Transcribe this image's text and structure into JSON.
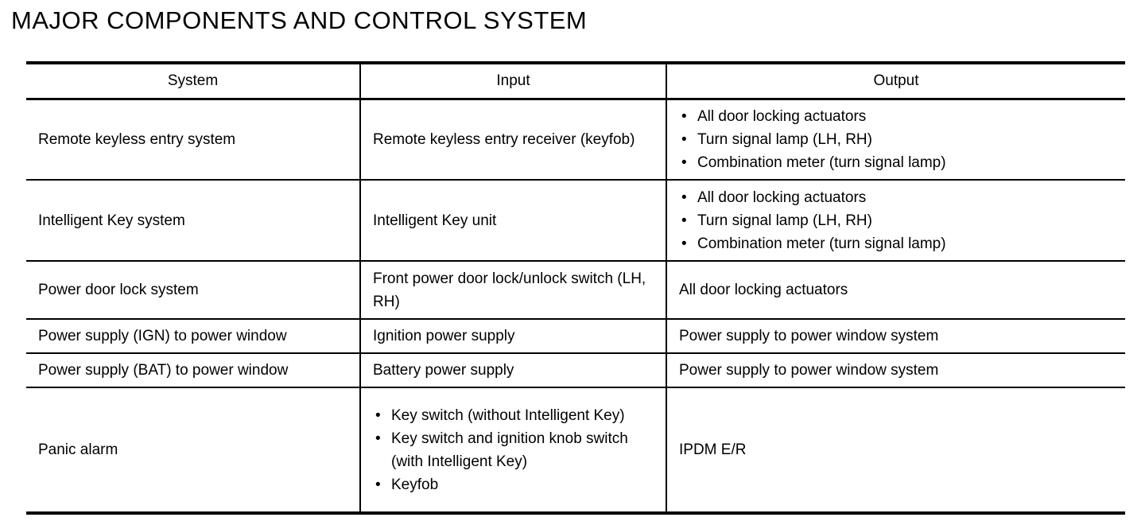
{
  "title": "MAJOR COMPONENTS AND CONTROL SYSTEM",
  "table": {
    "headers": [
      "System",
      "Input",
      "Output"
    ],
    "rows": [
      {
        "system": "Remote keyless entry system",
        "input": "Remote keyless entry receiver (keyfob)",
        "output": [
          "All door locking actuators",
          "Turn signal lamp (LH, RH)",
          "Combination meter (turn signal lamp)"
        ]
      },
      {
        "system": "Intelligent Key system",
        "input": "Intelligent Key unit",
        "output": [
          "All door locking actuators",
          "Turn signal lamp (LH, RH)",
          "Combination meter (turn signal lamp)"
        ]
      },
      {
        "system": "Power door lock system",
        "input": "Front power door lock/unlock switch (LH, RH)",
        "output": "All door locking actuators"
      },
      {
        "system": "Power supply (IGN) to power window",
        "input": "Ignition power supply",
        "output": "Power supply to power window system"
      },
      {
        "system": "Power supply (BAT) to power window",
        "input": "Battery power supply",
        "output": "Power supply to power window system"
      },
      {
        "system": "Panic alarm",
        "input": [
          "Key switch (without Intelligent Key)",
          "Key switch and ignition knob switch (with Intelligent Key)",
          "Keyfob"
        ],
        "output": "IPDM E/R"
      }
    ]
  }
}
